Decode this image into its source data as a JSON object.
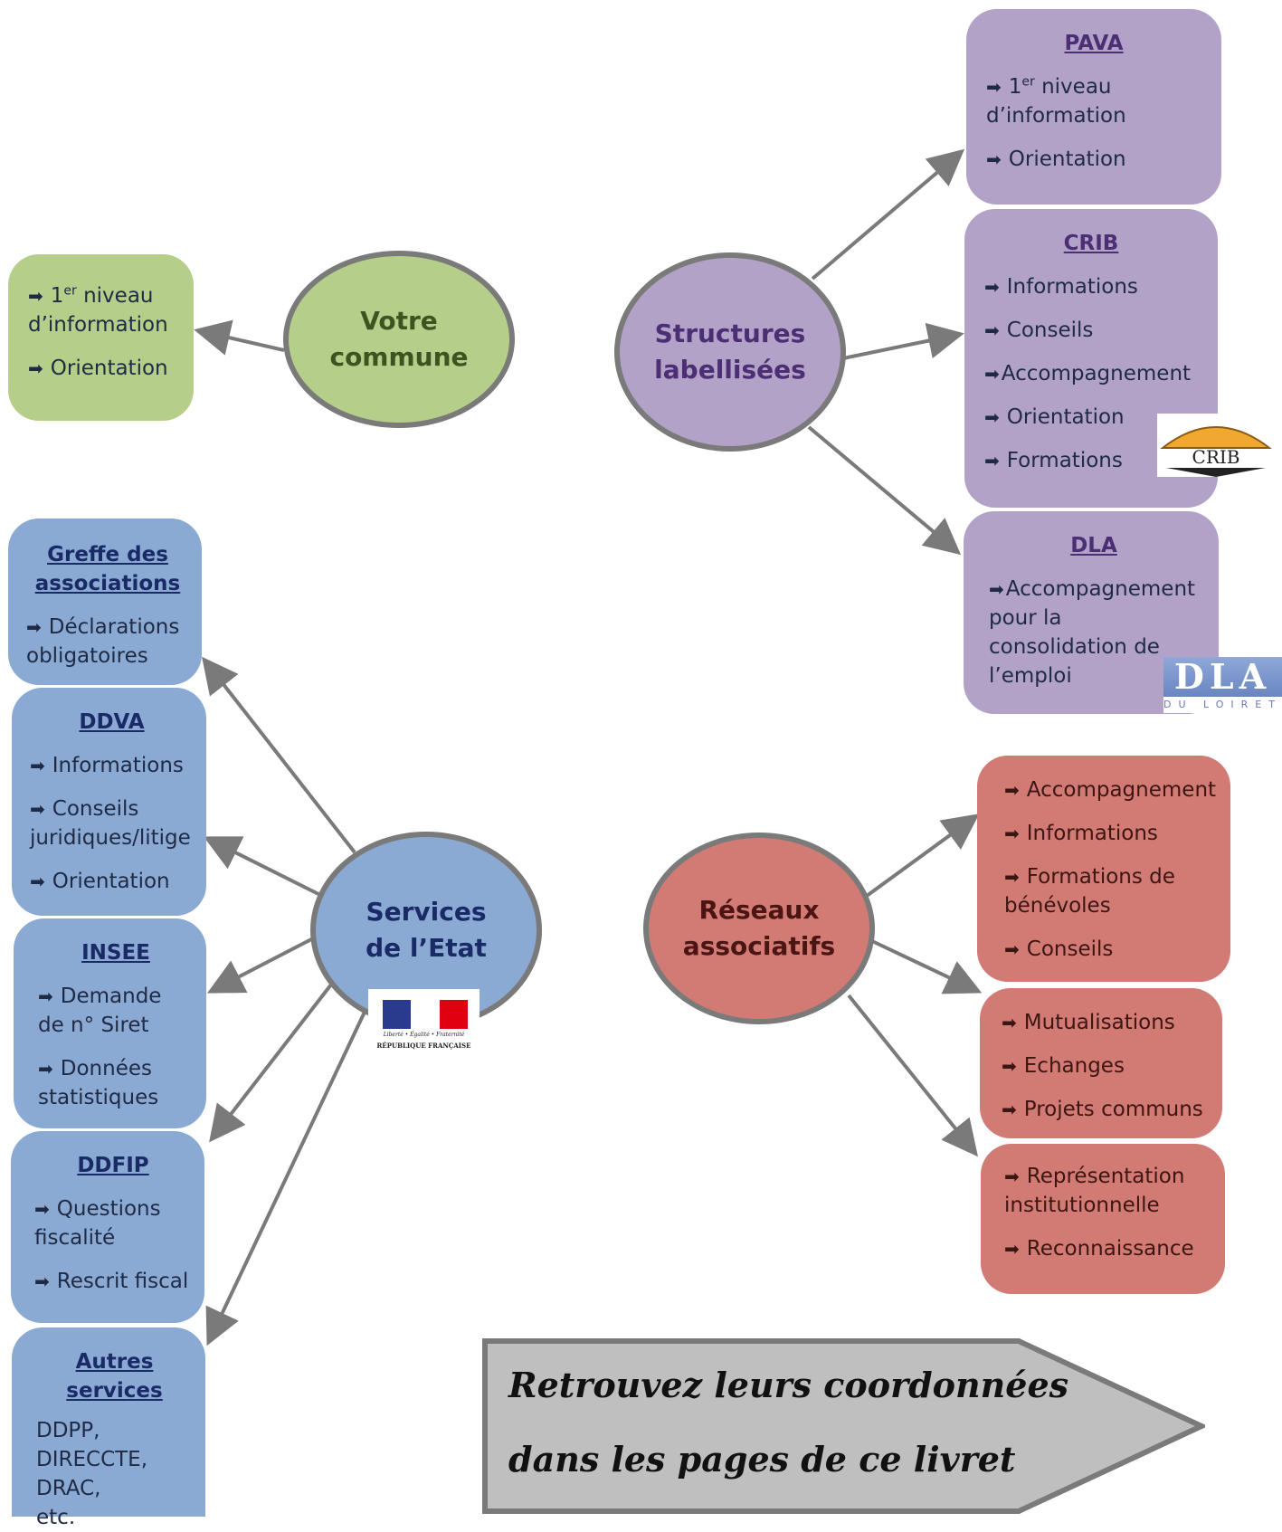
{
  "colors": {
    "green": "#b5cf8a",
    "purple": "#b3a2c8",
    "blue": "#8aaad4",
    "red": "#d27a74"
  },
  "hubs": {
    "commune": "Votre\ncommune",
    "structures": "Structures\nlabellisées",
    "etat": "Services\nde l’Etat",
    "reseaux": "Réseaux\nassociatifs"
  },
  "commune_box": {
    "item1_prefix": "1",
    "item1_sup": "er",
    "item1_rest": " niveau d’information",
    "item2": "Orientation"
  },
  "pava": {
    "title": "PAVA",
    "item1_prefix": "1",
    "item1_sup": "er",
    "item1_rest": " niveau d’information",
    "item2": "Orientation"
  },
  "crib": {
    "title": "CRIB",
    "items": [
      "Informations",
      "Conseils",
      "Accompagnement",
      "Orientation",
      "Formations"
    ],
    "logo_text": "CRIB"
  },
  "dla": {
    "title": "DLA",
    "item": "Accompagnement pour la consolidation de l’emploi",
    "logo_text": "DLA",
    "logo_sub": "DU LOIRET"
  },
  "greffe": {
    "title": "Greffe des associations",
    "item": "Déclarations obligatoires"
  },
  "ddva": {
    "title": "DDVA",
    "items": [
      "Informations",
      "Conseils juridiques/litige",
      "Orientation"
    ]
  },
  "insee": {
    "title": "INSEE",
    "items": [
      "Demande de n° Siret",
      "Données statistiques"
    ]
  },
  "ddfip": {
    "title": "DDFIP",
    "items": [
      "Questions fiscalité",
      "Rescrit fiscal"
    ]
  },
  "autres": {
    "title": "Autres services",
    "text": "DDPP, DIRECCTE, DRAC, etc."
  },
  "marianne": {
    "motto": "Liberté • Égalité • Fraternité",
    "name": "RÉPUBLIQUE FRANÇAISE"
  },
  "reseaux_box1": {
    "items": [
      "Accompagnement",
      "Informations",
      "Formations de bénévoles",
      "Conseils"
    ]
  },
  "reseaux_box2": {
    "items": [
      "Mutualisations",
      "Echanges",
      "Projets communs"
    ]
  },
  "reseaux_box3": {
    "items": [
      "Représentation institutionnelle",
      "Reconnaissance"
    ]
  },
  "callout": {
    "line1": "Retrouvez leurs coordonnées",
    "line2": "dans les pages de ce livret"
  }
}
